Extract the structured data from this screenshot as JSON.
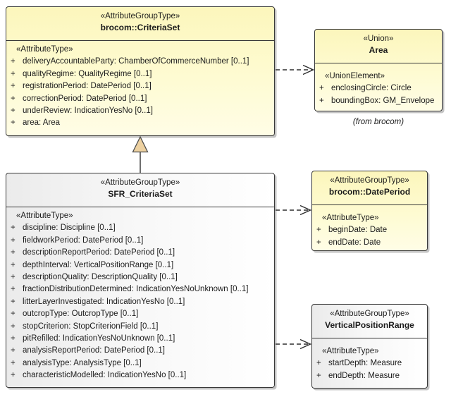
{
  "ui": {
    "plus": "+"
  },
  "boxes": {
    "brocom_criteria_set": {
      "stereotype": "«AttributeGroupType»",
      "name": "brocom::CriteriaSet",
      "section": "«AttributeType»",
      "attrs": [
        "deliveryAccountableParty: ChamberOfCommerceNumber [0..1]",
        "qualityRegime: QualityRegime [0..1]",
        "registrationPeriod: DatePeriod [0..1]",
        "correctionPeriod: DatePeriod [0..1]",
        "underReview: IndicationYesNo [0..1]",
        "area: Area"
      ]
    },
    "area": {
      "stereotype": "«Union»",
      "name": "Area",
      "section": "«UnionElement»",
      "attrs": [
        "enclosingCircle: Circle",
        "boundingBox: GM_Envelope"
      ],
      "caption": "(from brocom)"
    },
    "sfr_criteria_set": {
      "stereotype": "«AttributeGroupType»",
      "name": "SFR_CriteriaSet",
      "section": "«AttributeType»",
      "attrs": [
        "discipline: Discipline [0..1]",
        "fieldworkPeriod: DatePeriod [0..1]",
        "descriptionReportPeriod: DatePeriod [0..1]",
        "depthInterval: VerticalPositionRange [0..1]",
        "descriptionQuality: DescriptionQuality [0..1]",
        "fractionDistributionDetermined: IndicationYesNoUnknown [0..1]",
        "litterLayerInvestigated: IndicationYesNo [0..1]",
        "outcropType: OutcropType [0..1]",
        "stopCriterion: StopCriterionField [0..1]",
        "pitRefilled: IndicationYesNoUnknown [0..1]",
        "analysisReportPeriod: DatePeriod [0..1]",
        "analysisType: AnalysisType [0..1]",
        "characteristicModelled: IndicationYesNo [0..1]"
      ]
    },
    "brocom_date_period": {
      "stereotype": "«AttributeGroupType»",
      "name": "brocom::DatePeriod",
      "section": "«AttributeType»",
      "attrs": [
        "beginDate: Date",
        "endDate: Date"
      ]
    },
    "vertical_position_range": {
      "stereotype": "«AttributeGroupType»",
      "name": "VerticalPositionRange",
      "section": "«AttributeType»",
      "attrs": [
        "startDepth: Measure",
        "endDepth: Measure"
      ]
    }
  },
  "relationships": [
    {
      "type": "generalization",
      "from": "SFR_CriteriaSet",
      "to": "brocom::CriteriaSet"
    },
    {
      "type": "dependency",
      "from": "brocom::CriteriaSet",
      "to": "Area"
    },
    {
      "type": "dependency",
      "from": "SFR_CriteriaSet",
      "to": "brocom::DatePeriod"
    },
    {
      "type": "dependency",
      "from": "SFR_CriteriaSet",
      "to": "VerticalPositionRange"
    }
  ],
  "colors": {
    "yellow_fill": "#FCF6BC",
    "yellow_fill_light": "#FFFDE6",
    "gray_fill": "#EBEBEB",
    "white_fill": "#FFFFFF",
    "border": "#383838",
    "shadow": "#C4C4C4",
    "triangle_fill": "#EDD1A1",
    "text": "#1C1C1C",
    "background": "#FFFFFF"
  }
}
